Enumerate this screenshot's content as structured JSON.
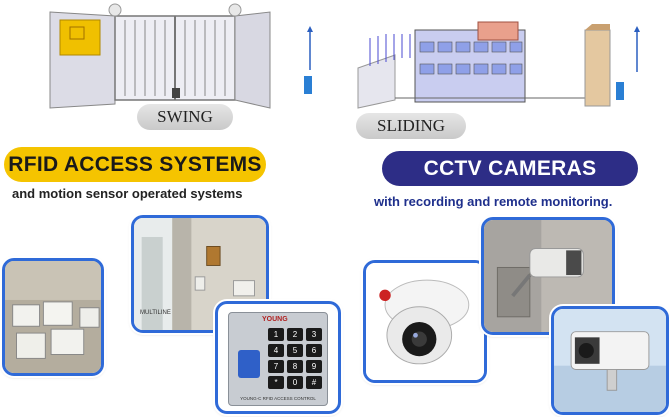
{
  "gates": {
    "swing_label": "SWING",
    "sliding_label": "SLIDING"
  },
  "rfid": {
    "title": "RFID ACCESS SYSTEMS",
    "subtitle": "and motion sensor operated systems",
    "keypad_brand": "YOUNG",
    "keypad_footer": "YOUNG-C RFID ACCESS CONTROL",
    "keypad_keys": [
      "1",
      "2",
      "3",
      "4",
      "5",
      "6",
      "7",
      "8",
      "9",
      "*",
      "0",
      "#"
    ],
    "panel_plate": "MULTILINE"
  },
  "cctv": {
    "title": "CCTV CAMERAS",
    "subtitle": "with recording and remote monitoring."
  },
  "colors": {
    "rfid_banner": "#f5c400",
    "cctv_banner": "#2d2d86",
    "frame_border": "#2f6ad8",
    "cctv_subtitle": "#1e2f8c"
  }
}
